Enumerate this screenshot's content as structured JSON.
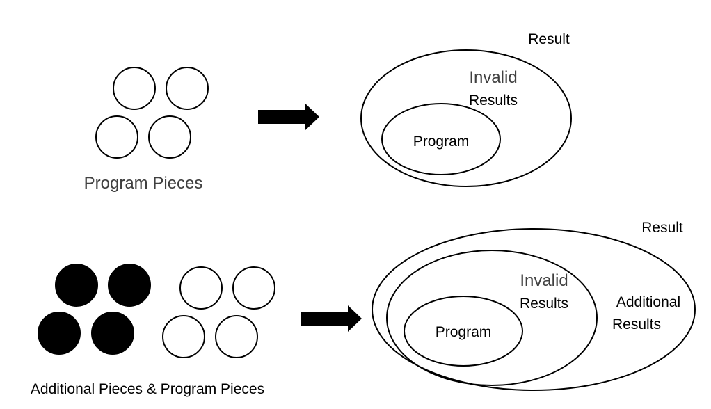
{
  "top_panel": {
    "pieces_label": "Program Pieces",
    "result_label": "Result",
    "invalid_line1": "Invalid",
    "invalid_line2": "Results",
    "program_label": "Program"
  },
  "bottom_panel": {
    "pieces_label": "Additional Pieces & Program Pieces",
    "result_label": "Result",
    "invalid_line1": "Invalid",
    "invalid_line2": "Results",
    "additional_line1": "Additional",
    "additional_line2": "Results",
    "program_label": "Program"
  },
  "colors": {
    "stroke": "#000000",
    "filled_piece": "#000000",
    "gray_text": "#404040"
  }
}
